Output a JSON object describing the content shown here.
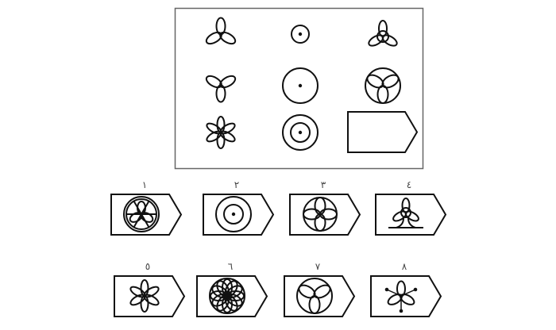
{
  "matrix": {
    "cells": [
      {
        "figure": "trefoil-up-icon"
      },
      {
        "figure": "small-circle-dot-icon"
      },
      {
        "figure": "triquetra-icon"
      },
      {
        "figure": "trefoil-down-icon"
      },
      {
        "figure": "large-circle-dot-icon"
      },
      {
        "figure": "circle-trefoil-down-icon"
      },
      {
        "figure": "six-petal-flower-icon"
      },
      {
        "figure": "target-icon"
      },
      {
        "figure": "empty-answer-slot"
      }
    ]
  },
  "options": [
    {
      "label": "١",
      "figure": "double-circle-flower-icon"
    },
    {
      "label": "٢",
      "figure": "target-icon"
    },
    {
      "label": "٣",
      "figure": "circle-four-petal-icon"
    },
    {
      "label": "٤",
      "figure": "triquetra-base-icon"
    },
    {
      "label": "٥",
      "figure": "six-petal-flower-icon"
    },
    {
      "label": "٦",
      "figure": "circle-twelve-petal-icon"
    },
    {
      "label": "٧",
      "figure": "circle-trefoil-down-icon"
    },
    {
      "label": "٨",
      "figure": "trefoil-dots-icon"
    }
  ]
}
